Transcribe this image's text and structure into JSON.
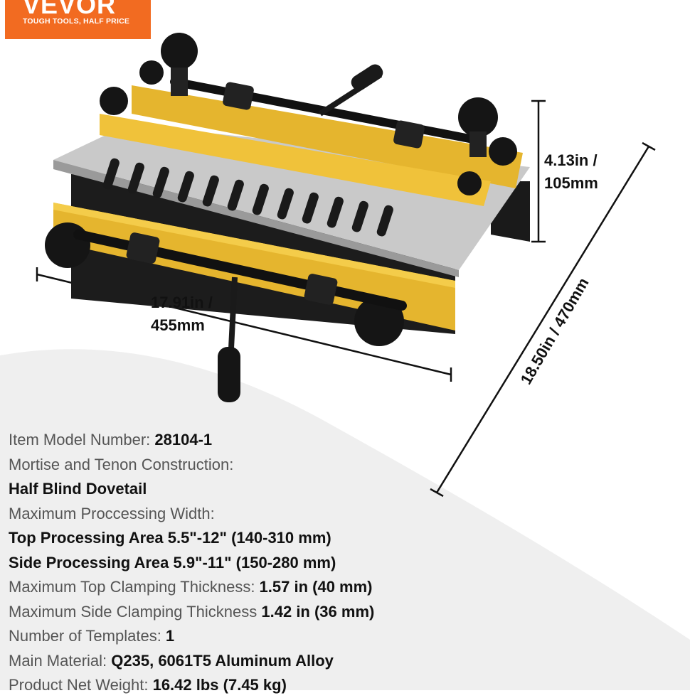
{
  "brand": {
    "name": "VEVOR",
    "tagline": "TOUGH TOOLS, HALF PRICE",
    "color": "#f26b21"
  },
  "dimensions": {
    "height": [
      "4.13in /",
      "105mm"
    ],
    "width": [
      "17.91in /",
      "455mm"
    ],
    "depth": "18.50in / 470mm"
  },
  "specs": {
    "model_label": "Item Model Number: ",
    "model_value": "28104-1",
    "construction_label": "Mortise and Tenon Construction:",
    "construction_value": "Half Blind Dovetail",
    "width_label": "Maximum Proccessing Width:",
    "top_area": "Top Processing Area 5.5\"-12\" (140-310 mm)",
    "side_area": "Side Processing Area 5.9\"-11\" (150-280 mm)",
    "top_clamp_label": "Maximum Top Clamping Thickness: ",
    "top_clamp_value": "1.57 in (40 mm)",
    "side_clamp_label": "Maximum Side Clamping Thickness ",
    "side_clamp_value": "1.42 in (36 mm)",
    "templates_label": "Number of Templates: ",
    "templates_value": "1",
    "material_label": "Main Material: ",
    "material_value": "Q235, 6061T5 Aluminum Alloy",
    "weight_label": "Product Net Weight: ",
    "weight_value": "16.42 lbs (7.45 kg)"
  }
}
